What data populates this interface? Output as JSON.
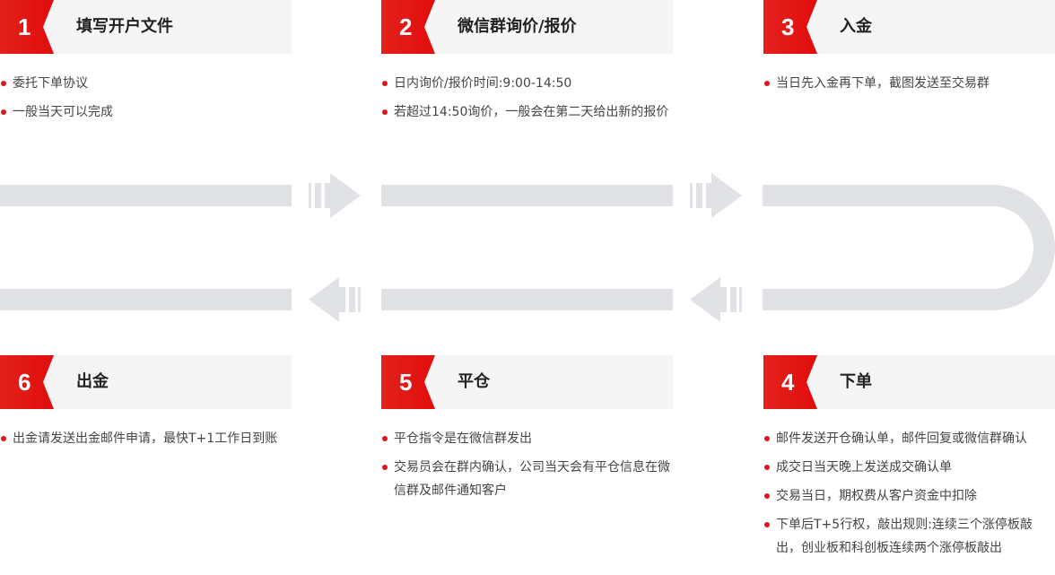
{
  "steps": [
    {
      "number": "1",
      "title": "填写开户文件",
      "items": [
        "委托下单协议",
        "一般当天可以完成"
      ]
    },
    {
      "number": "2",
      "title": "微信群询价/报价",
      "items": [
        "日内询价/报价时间:9:00-14:50",
        "若超过14:50询价，一般会在第二天给出新的报价"
      ]
    },
    {
      "number": "3",
      "title": "入金",
      "items": [
        "当日先入金再下单，截图发送至交易群"
      ]
    },
    {
      "number": "4",
      "title": "下单",
      "items": [
        "邮件发送开仓确认单，邮件回复或微信群确认",
        "成交日当天晚上发送成交确认单",
        "交易当日，期权费从客户资金中扣除",
        "下单后T+5行权，敲出规则:连续三个涨停板敲出，创业板和科创板连续两个涨停板敲出"
      ]
    },
    {
      "number": "5",
      "title": "平仓",
      "items": [
        "平仓指令是在微信群发出",
        "交易员会在群内确认，公司当天会有平仓信息在微信群及邮件通知客户"
      ]
    },
    {
      "number": "6",
      "title": "出金",
      "items": [
        "出金请发送出金邮件申请，最快T+1工作日到账"
      ]
    }
  ],
  "colors": {
    "accent": "#e1161a",
    "track": "#e1e2e6",
    "header_bg": "#f5f5f5"
  }
}
